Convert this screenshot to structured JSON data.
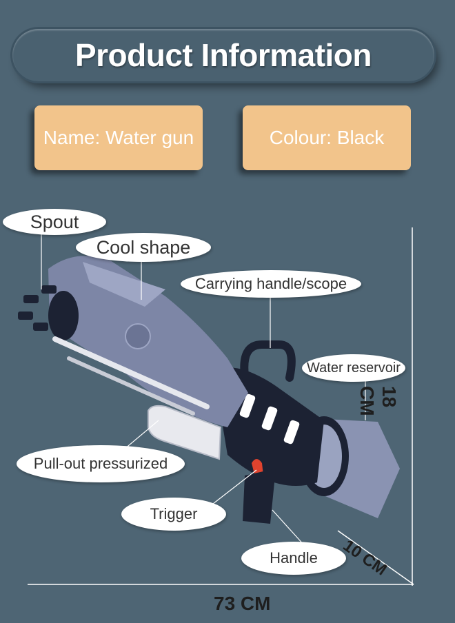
{
  "title": "Product Information",
  "tags": {
    "name": "Name: Water gun",
    "colour": "Colour: Black"
  },
  "callouts": {
    "spout": "Spout",
    "cool_shape": "Cool shape",
    "carrying_handle": "Carrying handle/scope",
    "water_reservoir": "Water reservoir",
    "pull_out": "Pull-out pressurized",
    "trigger": "Trigger",
    "handle": "Handle"
  },
  "dimensions": {
    "length": "73 CM",
    "height": "18 CM",
    "depth": "10 CM"
  },
  "colors": {
    "background": "#4e6574",
    "tag_fill": "#f2c48b",
    "gun_body": "#7d86a6",
    "gun_dark": "#1c2233"
  }
}
